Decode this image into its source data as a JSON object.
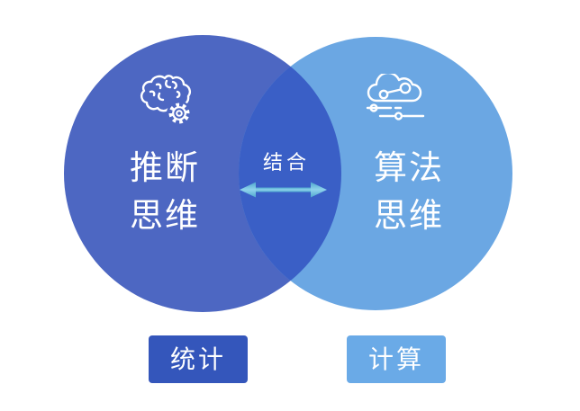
{
  "diagram": {
    "title_present": false,
    "background_color": "#FFFFFF",
    "text_color": "#FFFFFF",
    "left": {
      "label_line1": "推断",
      "label_line2": "思维",
      "badge_label": "统计",
      "circle_color": "#4D67C2",
      "badge_color": "#3456BB",
      "icon": "brain-gear-icon"
    },
    "right": {
      "label_line1": "算法",
      "label_line2": "思维",
      "badge_label": "计算",
      "circle_color": "#6BA7E3",
      "badge_color": "#6AAAE7",
      "icon": "cloud-network-icon"
    },
    "overlap": {
      "label": "结合",
      "color": "#3A5FC6",
      "arrow": "double-headed-horizontal",
      "arrow_color": "#5CB8DC"
    }
  }
}
